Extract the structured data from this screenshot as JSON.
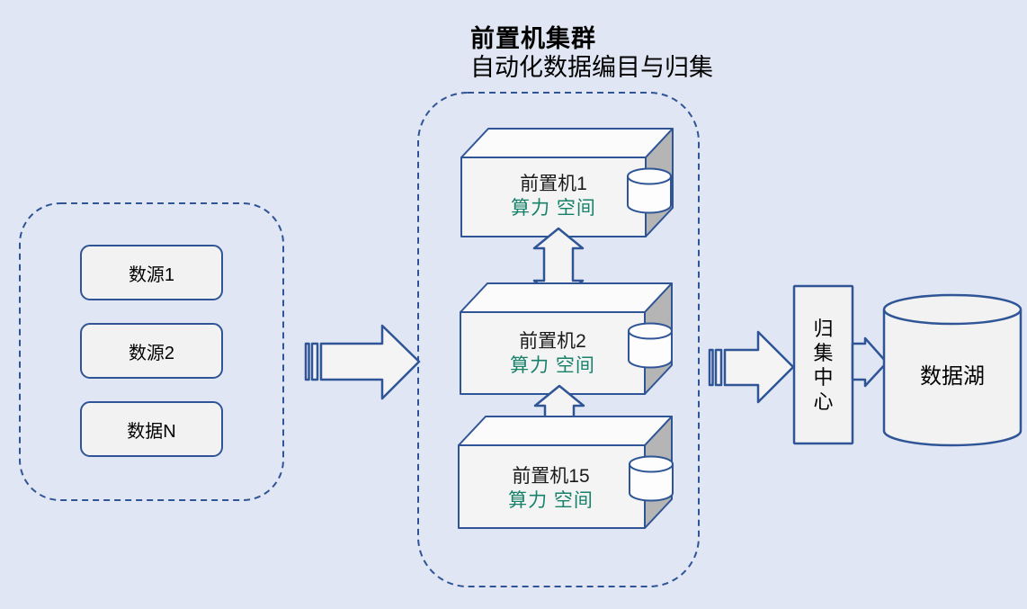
{
  "title": {
    "line1": "前置机集群",
    "line2": "自动化数据编目与归集"
  },
  "source_group": {
    "items": [
      {
        "label": "数源1"
      },
      {
        "label": "数源2"
      },
      {
        "label": "数据N"
      }
    ]
  },
  "cluster": {
    "machines": [
      {
        "name": "前置机1",
        "resources": "算力 空间"
      },
      {
        "name": "前置机2",
        "resources": "算力 空间"
      },
      {
        "name": "前置机15",
        "resources": "算力 空间"
      }
    ]
  },
  "collection_center": {
    "label": "归集中心"
  },
  "data_lake": {
    "label": "数据湖"
  },
  "colors": {
    "background": "#e0e6f3",
    "outline_blue": "#2f5597",
    "shape_fill": "#f2f2f2",
    "box_side_gray": "#b5b5b5",
    "resource_green": "#17816a",
    "text_black": "#000000"
  }
}
